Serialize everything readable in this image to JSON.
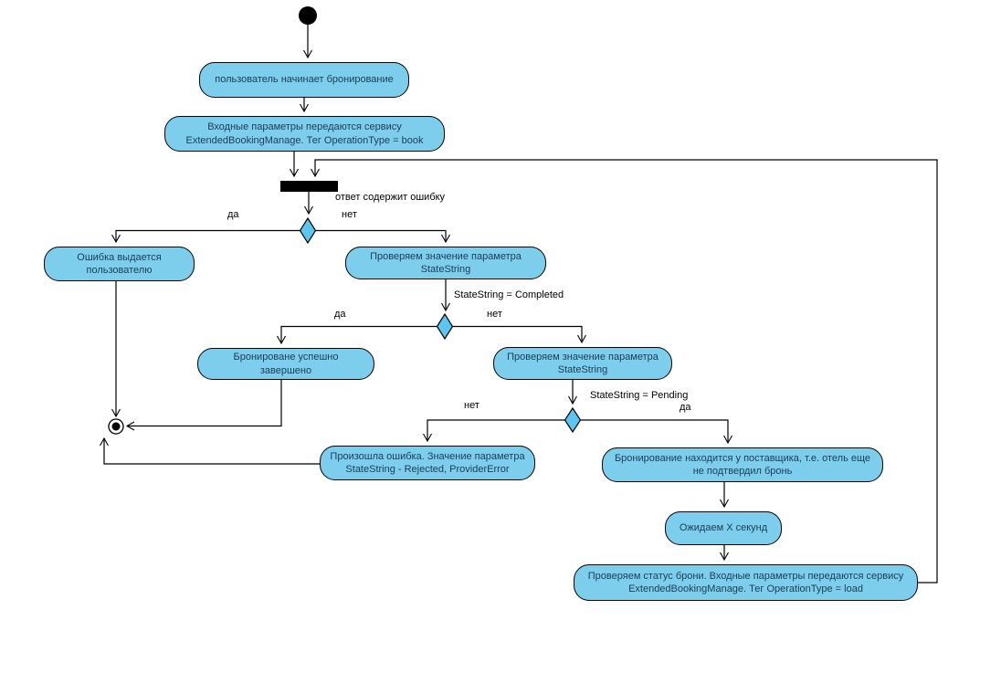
{
  "colors": {
    "background": "#FFFFFF",
    "activity_fill": "#7DCEED",
    "diamond_fill": "#5BC6EF",
    "shape_border": "#000000",
    "activity_text": "#1C3C55",
    "edge_label_text": "#000000",
    "sync_bar": "#000000"
  },
  "nodes": {
    "user_starts": "пользователь начинает бронирование",
    "input_params_book": "Входные параметры передаются сервису ExtendedBookingManage. Тег OperationType = book",
    "error_shown": "Ошибка выдается пользователю",
    "check_statestring_1": "Проверяем значение параметра StateString",
    "booking_completed": "Бронироване успешно завершено",
    "check_statestring_2": "Проверяем значение параметра StateString",
    "error_occurred": "Произошла ошибка. Значение параметра StateString - Rejected, ProviderError",
    "booking_at_provider": "Бронирование находится у поставщика, т.е. отель еще не подтвердил бронь",
    "wait_x_seconds": "Ожидаем X секунд",
    "check_booking_status": "Проверяем статус брони. Входные параметры передаются сервису ExtendedBookingManage.  Тег OperationType = load"
  },
  "labels": {
    "response_has_error": "ответ содержит ошибку",
    "statestring_completed": "StateString = Completed",
    "statestring_pending": "StateString = Pending",
    "yes": "да",
    "no": "нет"
  }
}
